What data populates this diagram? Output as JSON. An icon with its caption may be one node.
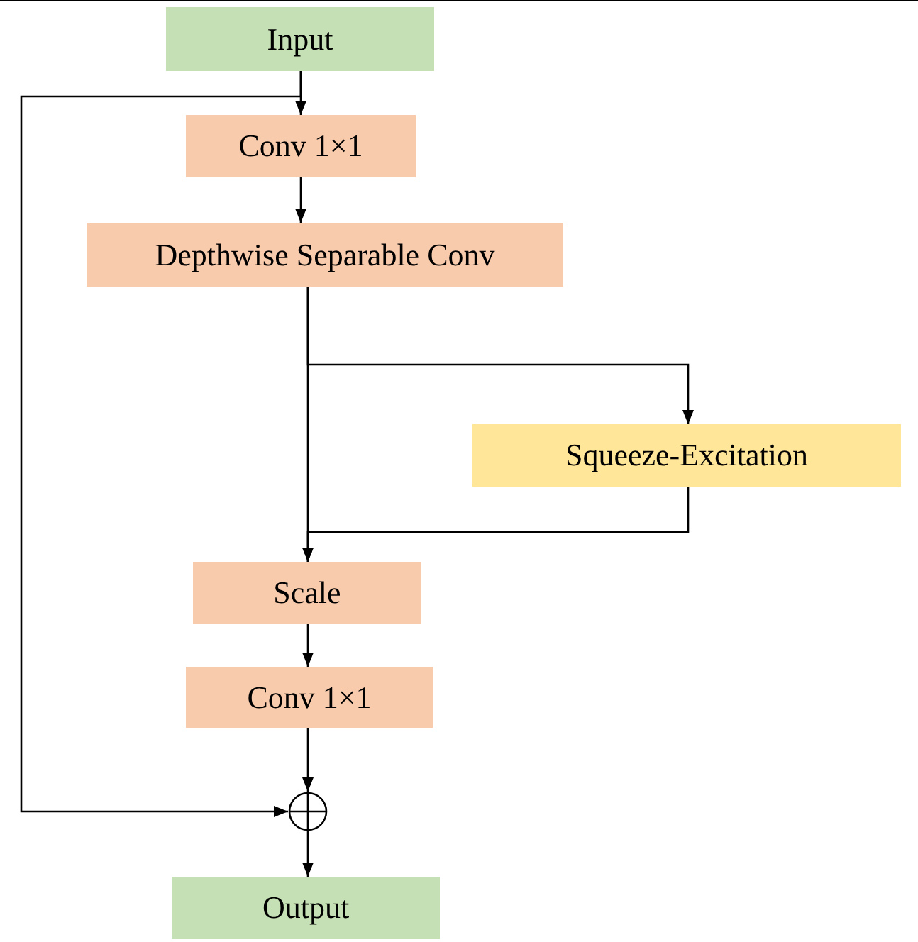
{
  "diagram": {
    "nodes": [
      {
        "text": [
          "Input"
        ]
      },
      {
        "text": [
          "Conv 1×1"
        ]
      },
      {
        "text": [
          "Depthwise Separable Conv"
        ]
      },
      {
        "text": [
          "Squeeze-Excitation"
        ]
      },
      {
        "text": [
          "Scale"
        ]
      },
      {
        "text": [
          "Conv 1×1"
        ]
      },
      {
        "text": [],
        "shape": "circle"
      },
      {
        "text": [
          "Output"
        ]
      }
    ],
    "edges": [
      {
        "from": 0,
        "to": 1,
        "arrow": "to"
      },
      {
        "from": 0,
        "to": 6,
        "arrow": "to"
      },
      {
        "from": 1,
        "to": 2,
        "arrow": "to"
      },
      {
        "from": 2,
        "to": 4,
        "arrow": "to"
      },
      {
        "from": 2,
        "to": 3,
        "arrow": "to"
      },
      {
        "from": 3,
        "to": 4,
        "arrow": "to"
      },
      {
        "from": 4,
        "to": 5,
        "arrow": "to"
      },
      {
        "from": 5,
        "to": 6,
        "arrow": "to"
      },
      {
        "from": 6,
        "to": 7,
        "arrow": "to"
      }
    ]
  }
}
